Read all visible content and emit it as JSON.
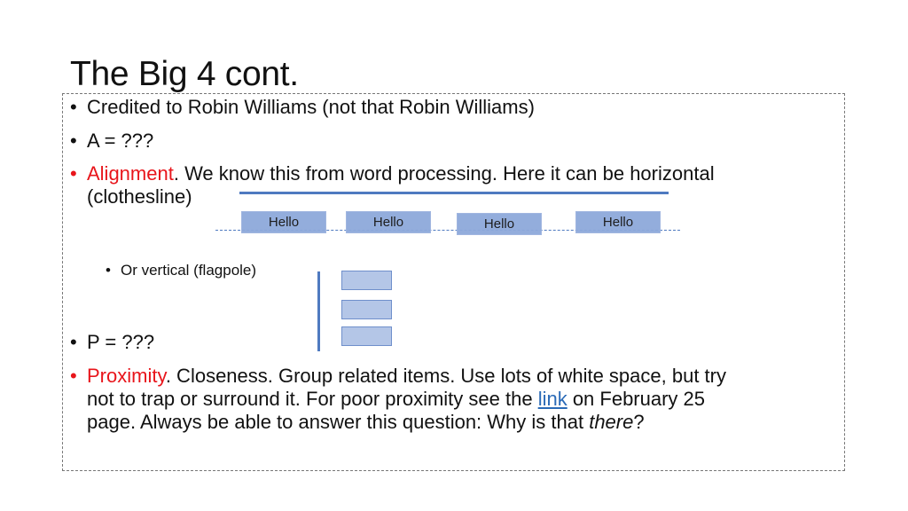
{
  "slide": {
    "title": "The Big 4 cont.",
    "bullets": [
      {
        "text": "Credited to Robin Williams (not that Robin Williams)"
      },
      {
        "text": "A = ???"
      },
      {
        "keyword": "Alignment",
        "text_line1": ". We know this from word processing. Here it can be horizontal",
        "text_line2": "(clothesline)"
      },
      {
        "text": "Or vertical (flagpole)"
      },
      {
        "text": "P = ???"
      },
      {
        "keyword": "Proximity",
        "line1_rest": ". Closeness. Group related items. Use lots of white space, but try",
        "line2_pre": "not to trap or surround  it. For poor proximity see the ",
        "link_text": "link",
        "line2_post": " on February 25",
        "line3_pre": "page. Always be able to answer this question: Why is that ",
        "line3_italic": "there",
        "line3_post": "?"
      }
    ],
    "bullet_glyph": "•",
    "diagram": {
      "hello_boxes": [
        "Hello",
        "Hello",
        "Hello",
        "Hello"
      ]
    },
    "colors": {
      "accent_red": "#e8151b",
      "line_blue": "#4f7ac0",
      "box_blue": "#8ea9db",
      "link_blue": "#2a6ab7"
    }
  }
}
